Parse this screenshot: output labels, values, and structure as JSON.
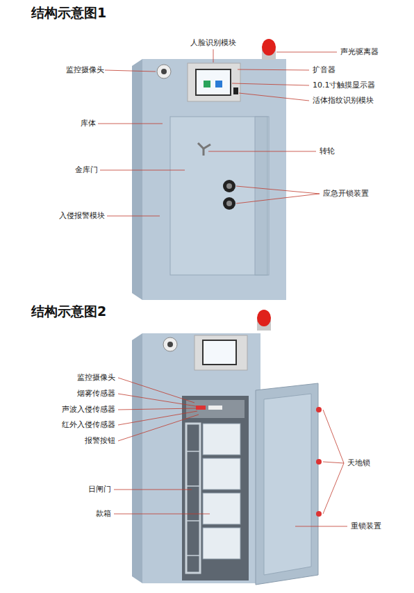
{
  "diagram": {
    "title": "结构示意图1",
    "labels": [
      "人脸识别模块",
      "声光驱离器",
      "监控摄像头",
      "扩音器",
      "10.1寸触摸显示器",
      "活体指纹识别模块",
      "库体",
      "转轮",
      "金库门",
      "应急开锁装置",
      "入侵报警模块",
      "结构示意图2",
      "监控摄像头",
      "烟雾传感器",
      "声波入侵传感器",
      "红外入侵传感器",
      "报警按钮",
      "天地锁",
      "日闸门",
      "款箱",
      "重锁装置"
    ]
  }
}
